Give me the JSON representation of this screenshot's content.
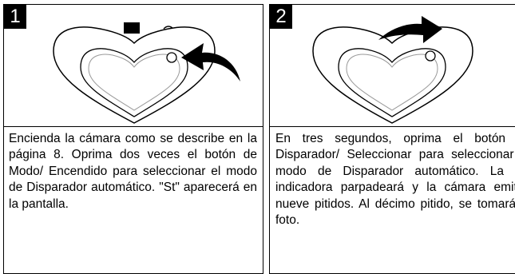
{
  "panels": [
    {
      "step": "1",
      "text": "Encienda la cámara como se describe en la página 8.  Oprima dos veces el botón de Modo/ Encendido para seleccionar el modo de Disparador automático. \"St\" aparecerá en la pantalla.",
      "icons": [
        "camera-heart-icon",
        "curved-arrow-left-icon"
      ]
    },
    {
      "step": "2",
      "text": "En tres segundos, oprima el botón de Disparador/ Seleccionar para seleccionar el modo de Disparador automático. La luz indicadora parpadeará y la cámara emitirá nueve pitidos. Al décimo pitido, se tomará la foto.",
      "icons": [
        "camera-heart-icon",
        "curved-arrow-right-icon"
      ]
    }
  ]
}
